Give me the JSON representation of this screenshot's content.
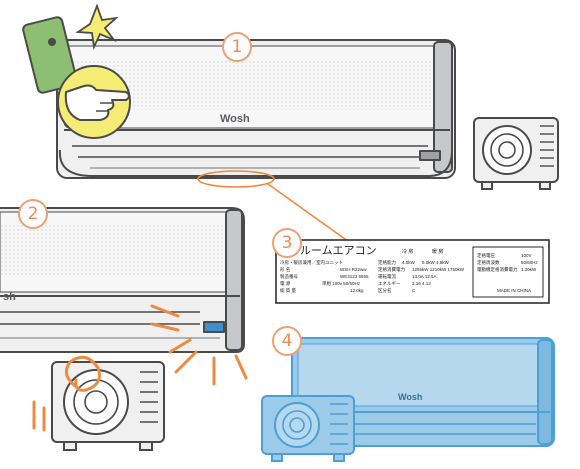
{
  "steps": [
    "1",
    "2",
    "3",
    "4"
  ],
  "brand": {
    "top": "Wosh",
    "left": "sh",
    "bottom": "Wosh"
  },
  "nameplate": {
    "title": "ルームエアコン",
    "header": [
      "冷 房",
      "暖 房"
    ],
    "rows": [
      [
        "冷房・暖房兼用／室内ユニット",
        "定格能力",
        "4.0kW",
        "5.0kW 4.9kW"
      ],
      [
        "形 名",
        "WSH R22ww",
        "定格消費電力",
        "1265kW 1210kW 1750kW"
      ],
      [
        "製造番号",
        "WE3123 5555",
        "運転電流",
        "13.0A 12.5A"
      ],
      [
        "電 源",
        "単相 100v 50/60Hz",
        "エネルギー",
        "3.16 4.13"
      ],
      [
        "総 質 量",
        "12.0kg",
        "区分名",
        "C"
      ]
    ],
    "right": [
      [
        "定格電圧",
        "100V"
      ],
      [
        "定格周波数",
        "50/60Hz"
      ],
      [
        "電動機定格消費電力",
        "1.20kW"
      ]
    ],
    "made_in": "MADE IN CHINA"
  },
  "colors": {
    "outline": "#4a4a4a",
    "body": "#f0f0f1",
    "shade": "#d9dadc",
    "card": "#8dbf72",
    "badge": "#f4ec74",
    "accent": "#f08a3e",
    "panel_blue": "#4aa0d8",
    "blue_fill": "#9ccbe9"
  }
}
